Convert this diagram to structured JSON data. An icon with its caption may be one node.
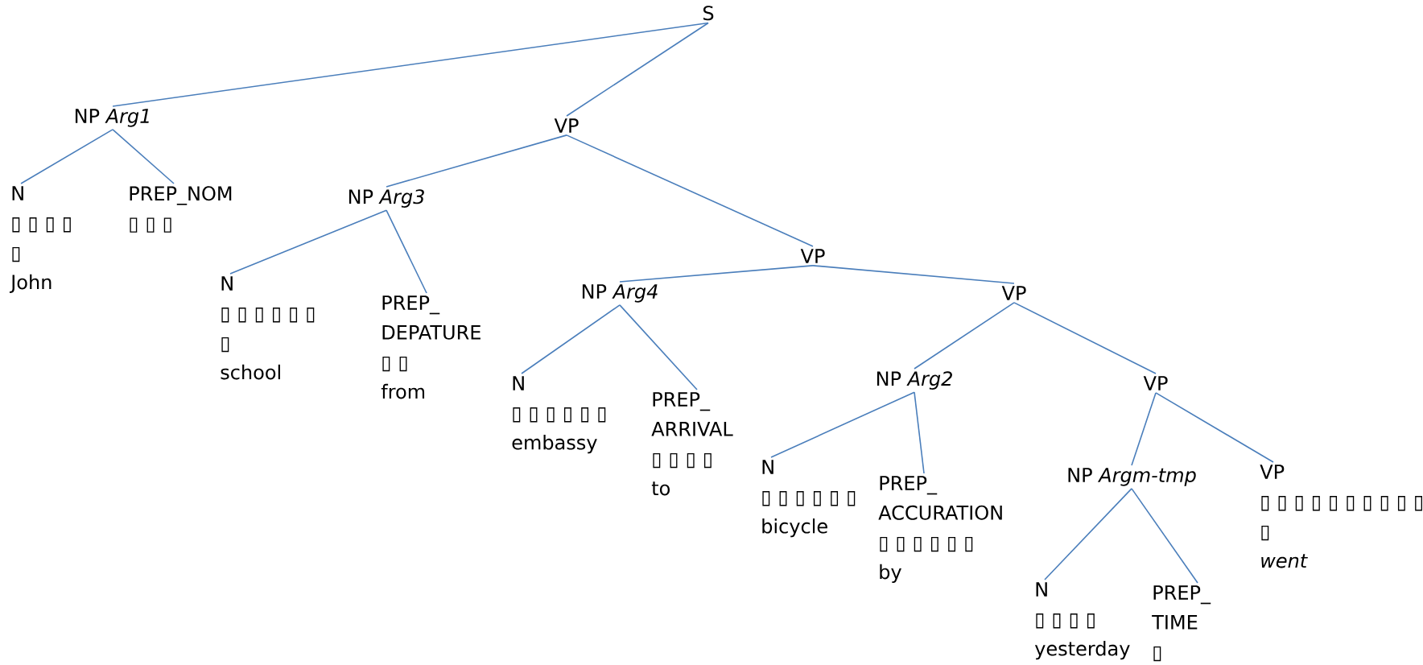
{
  "diagram": {
    "nodes": [
      {
        "text": [
          "S"
        ]
      },
      {
        "text": [
          "NP *Arg1*"
        ]
      },
      {
        "text": [
          "VP"
        ]
      },
      {
        "text": [
          "N",
          "▯ ▯ ▯ ▯ ▯",
          "John"
        ]
      },
      {
        "text": [
          "PREP_NOM",
          "▯ ▯ ▯"
        ]
      },
      {
        "text": [
          "NP *Arg3*"
        ]
      },
      {
        "text": [
          "VP"
        ]
      },
      {
        "text": [
          "N",
          "▯ ▯ ▯ ▯ ▯ ▯ ▯",
          "school"
        ]
      },
      {
        "text": [
          "PREP_ DEPATURE",
          "▯ ▯",
          "from"
        ]
      },
      {
        "text": [
          "NP *Arg4*"
        ]
      },
      {
        "text": [
          "VP"
        ]
      },
      {
        "text": [
          "N",
          "▯ ▯ ▯ ▯ ▯ ▯",
          "embassy"
        ]
      },
      {
        "text": [
          "PREP_ ARRIVAL",
          "▯ ▯ ▯ ▯",
          "to"
        ]
      },
      {
        "text": [
          "NP *Arg2*"
        ]
      },
      {
        "text": [
          "VP"
        ]
      },
      {
        "text": [
          "N",
          "▯ ▯ ▯ ▯ ▯ ▯",
          "bicycle"
        ]
      },
      {
        "text": [
          "PREP_ ACCURATION",
          "▯ ▯ ▯ ▯ ▯ ▯",
          "by"
        ]
      },
      {
        "text": [
          "NP *Argm-tmp*"
        ]
      },
      {
        "text": [
          "VP",
          "▯ ▯ ▯ ▯ ▯ ▯ ▯ ▯ ▯ ▯ ▯",
          "*went*"
        ]
      },
      {
        "text": [
          "N",
          "▯ ▯ ▯ ▯",
          "yesterday"
        ]
      },
      {
        "text": [
          "PREP_ TIME",
          "▯"
        ]
      }
    ],
    "edges": [
      {
        "from": 0,
        "to": 1,
        "arrow": "none"
      },
      {
        "from": 0,
        "to": 2,
        "arrow": "none"
      },
      {
        "from": 1,
        "to": 3,
        "arrow": "none"
      },
      {
        "from": 1,
        "to": 4,
        "arrow": "none"
      },
      {
        "from": 2,
        "to": 5,
        "arrow": "none"
      },
      {
        "from": 2,
        "to": 6,
        "arrow": "none"
      },
      {
        "from": 5,
        "to": 7,
        "arrow": "none"
      },
      {
        "from": 5,
        "to": 8,
        "arrow": "none"
      },
      {
        "from": 6,
        "to": 9,
        "arrow": "none"
      },
      {
        "from": 6,
        "to": 10,
        "arrow": "none"
      },
      {
        "from": 9,
        "to": 11,
        "arrow": "none"
      },
      {
        "from": 9,
        "to": 12,
        "arrow": "none"
      },
      {
        "from": 10,
        "to": 13,
        "arrow": "none"
      },
      {
        "from": 10,
        "to": 14,
        "arrow": "none"
      },
      {
        "from": 13,
        "to": 15,
        "arrow": "none"
      },
      {
        "from": 13,
        "to": 16,
        "arrow": "none"
      },
      {
        "from": 14,
        "to": 17,
        "arrow": "none"
      },
      {
        "from": 14,
        "to": 18,
        "arrow": "none"
      },
      {
        "from": 17,
        "to": 19,
        "arrow": "none"
      },
      {
        "from": 17,
        "to": 20,
        "arrow": "none"
      }
    ]
  }
}
